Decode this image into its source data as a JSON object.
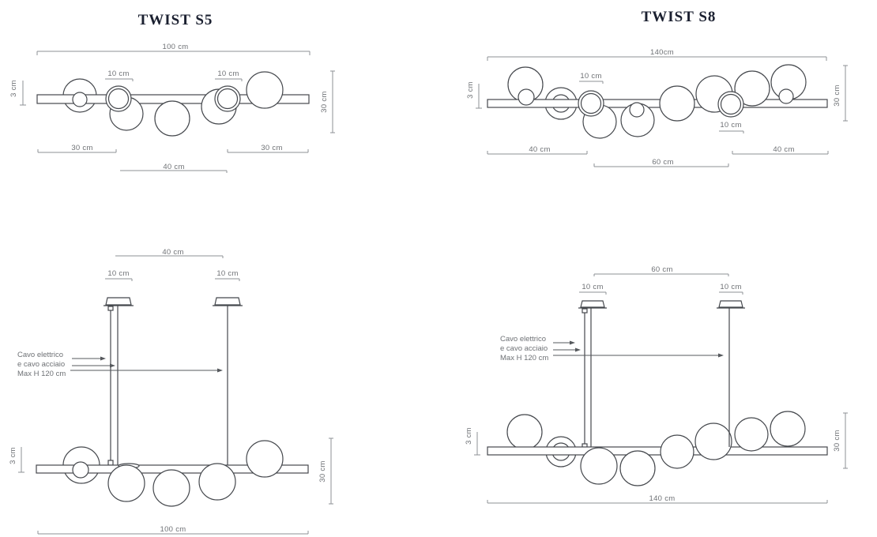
{
  "colors": {
    "background": "#ffffff",
    "drawing_line": "#45484d",
    "dimension_line": "#8e9196",
    "dimension_text": "#6e7175",
    "title_text": "#1b2030"
  },
  "diagrams": {
    "s5_top": {
      "title": "TWIST S5",
      "dims": {
        "total": "100 cm",
        "hang_left": "10 cm",
        "hang_right": "10 cm",
        "thickness": "3 cm",
        "height": "30 cm",
        "offset_left": "30 cm",
        "offset_right": "30 cm",
        "spacing": "40 cm"
      }
    },
    "s8_top": {
      "title": "TWIST S8",
      "dims": {
        "total": "140cm",
        "hang_left": "10 cm",
        "hang_right": "10 cm",
        "thickness": "3 cm",
        "height": "30 cm",
        "offset_left": "40 cm",
        "offset_right": "40 cm",
        "spacing": "60 cm"
      }
    },
    "s5_front": {
      "dims": {
        "spacing": "40 cm",
        "canopy_left": "10 cm",
        "canopy_right": "10 cm",
        "thickness": "3 cm",
        "height": "30 cm",
        "total": "100 cm"
      },
      "leader": {
        "line1": "Cavo elettrico",
        "line2": "e cavo acciaio",
        "line3": "Max H 120 cm"
      }
    },
    "s8_front": {
      "dims": {
        "spacing": "60 cm",
        "canopy_left": "10 cm",
        "canopy_right": "10 cm",
        "thickness": "3 cm",
        "height": "30 cm",
        "total": "140 cm"
      },
      "leader": {
        "line1": "Cavo elettrico",
        "line2": "e cavo acciaio",
        "line3": "Max H 120 cm"
      }
    }
  }
}
